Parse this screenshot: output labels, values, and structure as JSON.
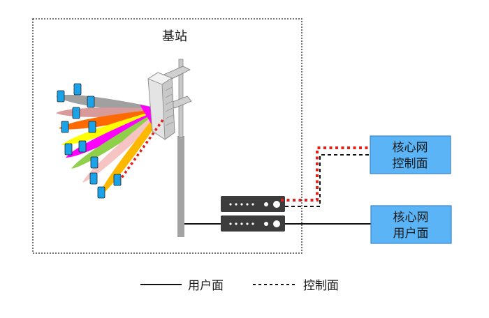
{
  "base_station": {
    "title": "基站"
  },
  "core_network_control": {
    "line1": "核心网",
    "line2": "控制面",
    "fill": "#5ab4f5"
  },
  "core_network_user": {
    "line1": "核心网",
    "line2": "用户面",
    "fill": "#5ab4f5"
  },
  "legend": {
    "solid_label": "用户面",
    "dashed_label": "控制面"
  },
  "beam_colors": [
    "#a0a0a0",
    "#d99a9a",
    "#ff6a00",
    "#ffff00",
    "#ff00ff",
    "#8fcf4a",
    "#f7c4c4",
    "#ffb800"
  ],
  "colors": {
    "phone": "#1aa3e8",
    "server": "#3c3c3c",
    "control_signal": "#e0201b",
    "mast": "#a8a8a8"
  }
}
